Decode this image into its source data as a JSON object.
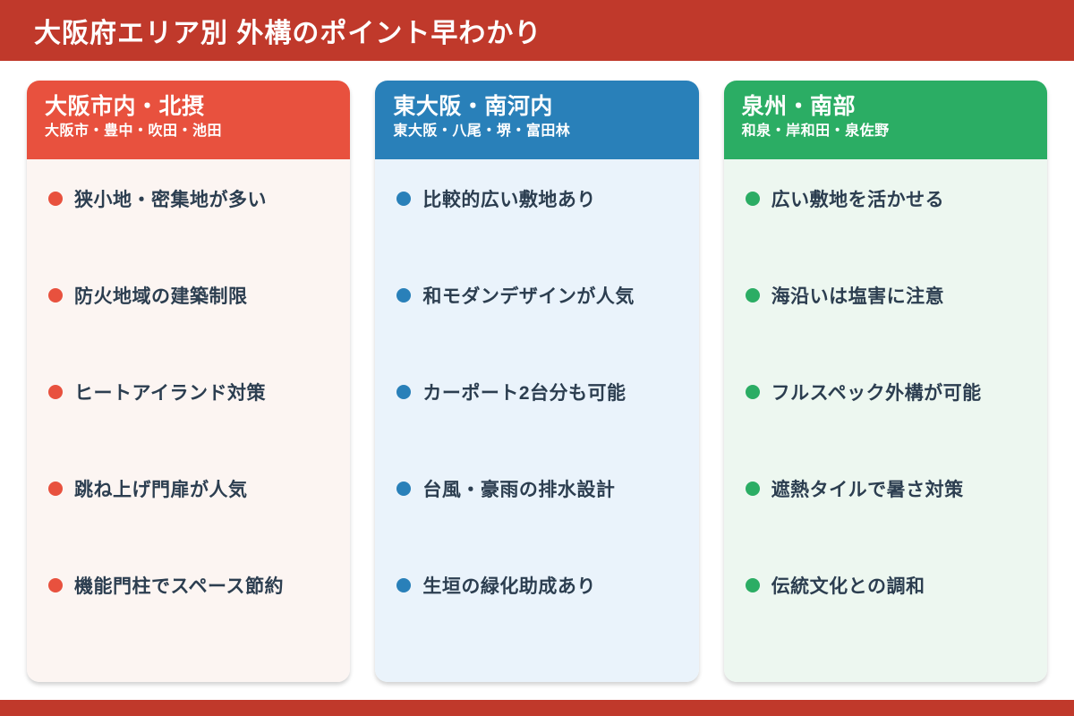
{
  "banner": {
    "title": "大阪府エリア別 外構のポイント早わかり",
    "color": "#c0392b"
  },
  "text_color": "#2c3e50",
  "cards": [
    {
      "title": "大阪市内・北摂",
      "subtitle": "大阪市・豊中・吹田・池田",
      "header_color": "#e8513e",
      "bullet_color": "#e8513e",
      "body_color": "#fcf5f2",
      "items": [
        "狭小地・密集地が多い",
        "防火地域の建築制限",
        "ヒートアイランド対策",
        "跳ね上げ門扉が人気",
        "機能門柱でスペース節約"
      ]
    },
    {
      "title": "東大阪・南河内",
      "subtitle": "東大阪・八尾・堺・富田林",
      "header_color": "#2980b9",
      "bullet_color": "#2980b9",
      "body_color": "#eaf3fb",
      "items": [
        "比較的広い敷地あり",
        "和モダンデザインが人気",
        "カーポート2台分も可能",
        "台風・豪雨の排水設計",
        "生垣の緑化助成あり"
      ]
    },
    {
      "title": "泉州・南部",
      "subtitle": "和泉・岸和田・泉佐野",
      "header_color": "#2bad64",
      "bullet_color": "#2bad64",
      "body_color": "#edf7f0",
      "items": [
        "広い敷地を活かせる",
        "海沿いは塩害に注意",
        "フルスペック外構が可能",
        "遮熱タイルで暑さ対策",
        "伝統文化との調和"
      ]
    }
  ],
  "footer": {
    "bar_color": "#c0392b"
  }
}
